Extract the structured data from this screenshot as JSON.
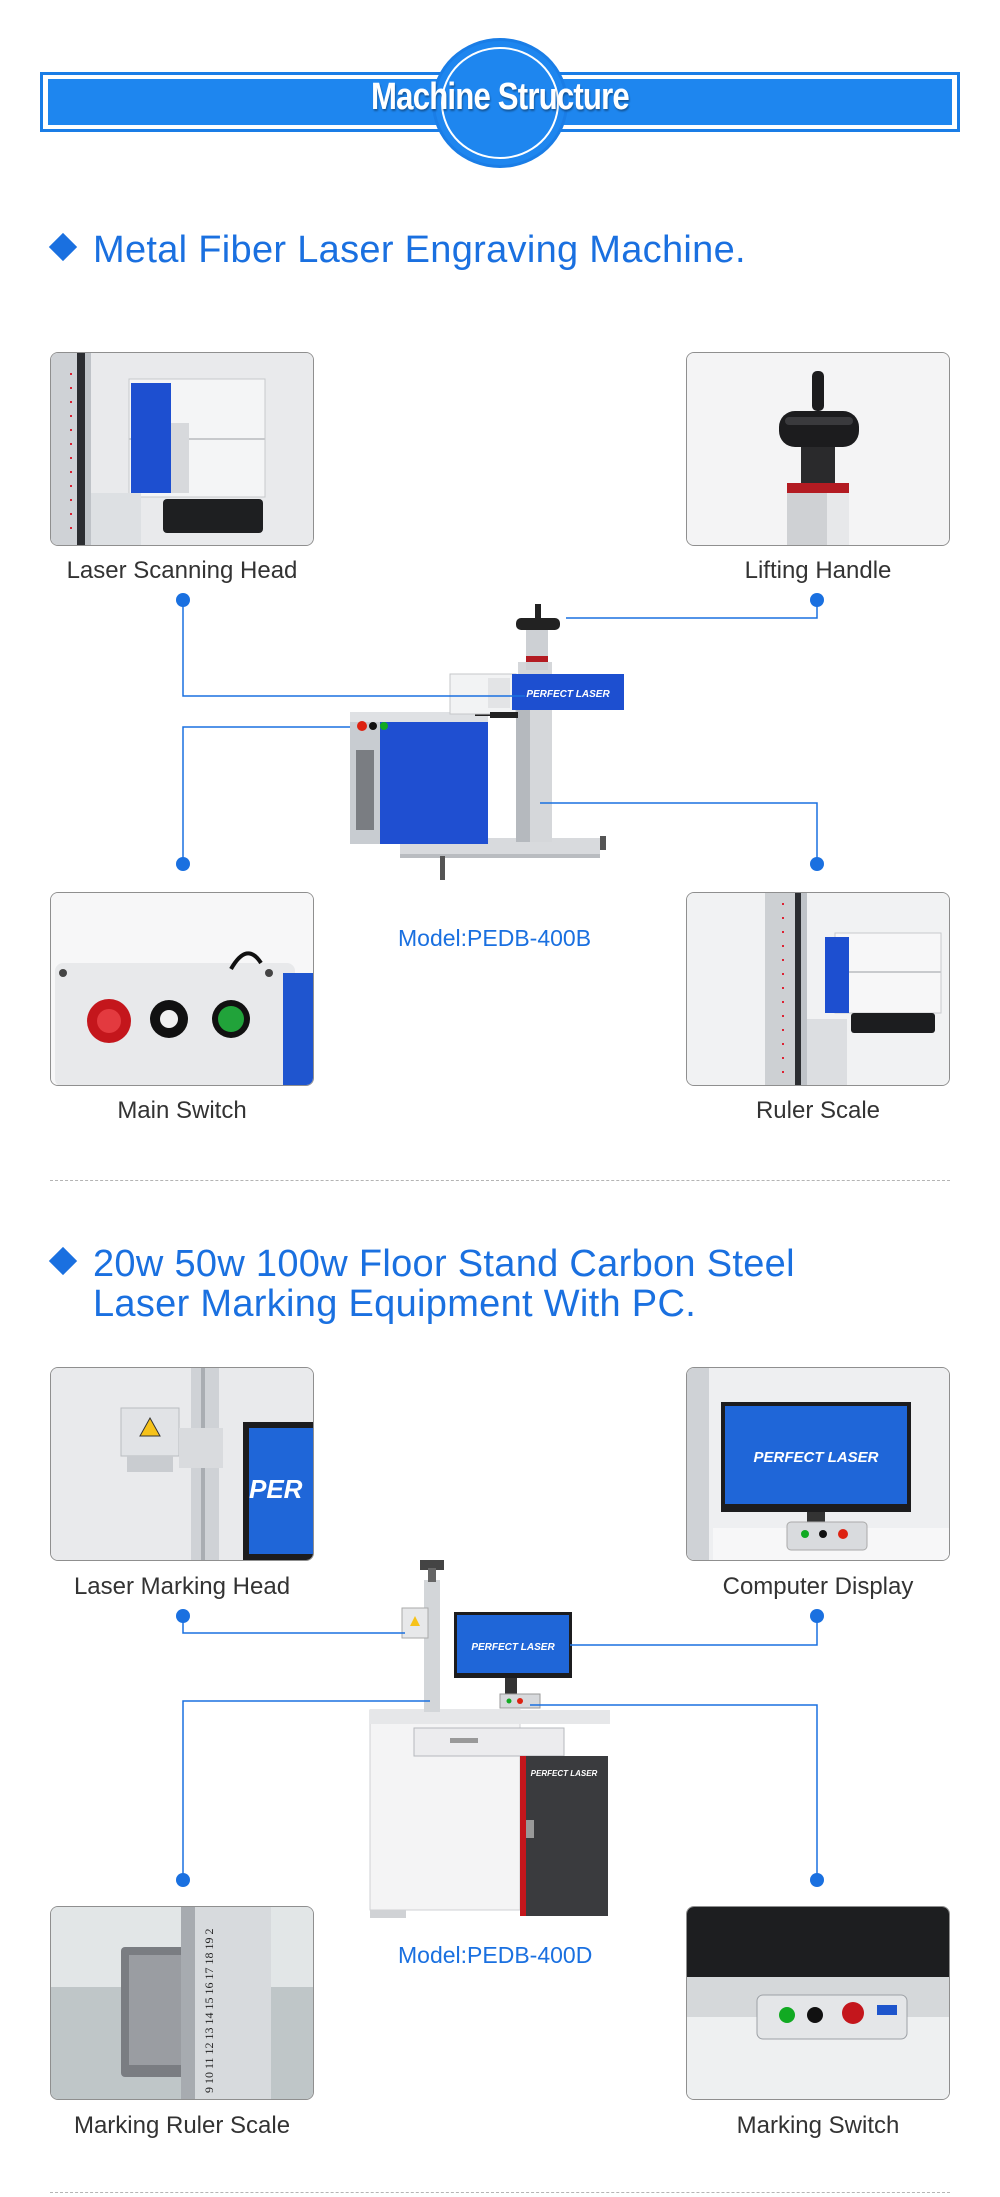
{
  "header": {
    "title": "Machine Structure"
  },
  "section1": {
    "title": "Metal Fiber Laser Engraving Machine.",
    "model": "Model:PEDB-400B",
    "machine_brand": "PERFECT LASER",
    "parts": [
      {
        "label": "Laser Scanning Head",
        "icon": "scanning-head"
      },
      {
        "label": "Lifting Handle",
        "icon": "lifting-handle"
      },
      {
        "label": "Main Switch",
        "icon": "switch-panel"
      },
      {
        "label": "Ruler Scale",
        "icon": "ruler-column"
      }
    ]
  },
  "section2": {
    "title_line1": "20w 50w 100w Floor Stand Carbon Steel",
    "title_line2": "Laser Marking Equipment With PC.",
    "model": "Model:PEDB-400D",
    "machine_brand": "PERFECT LASER",
    "parts": [
      {
        "label": "Laser Marking Head",
        "icon": "marking-head"
      },
      {
        "label": "Computer Display",
        "icon": "monitor"
      },
      {
        "label": "Marking Ruler Scale",
        "icon": "ruler-column"
      },
      {
        "label": "Marking Switch",
        "icon": "switch-panel"
      }
    ],
    "ruler_ticks": "9 10 11 12 13 14 15 16 17 18 19 2"
  },
  "colors": {
    "accent": "#1a70e0",
    "banner": "#1e86ef",
    "connector": "#1a70e0"
  }
}
